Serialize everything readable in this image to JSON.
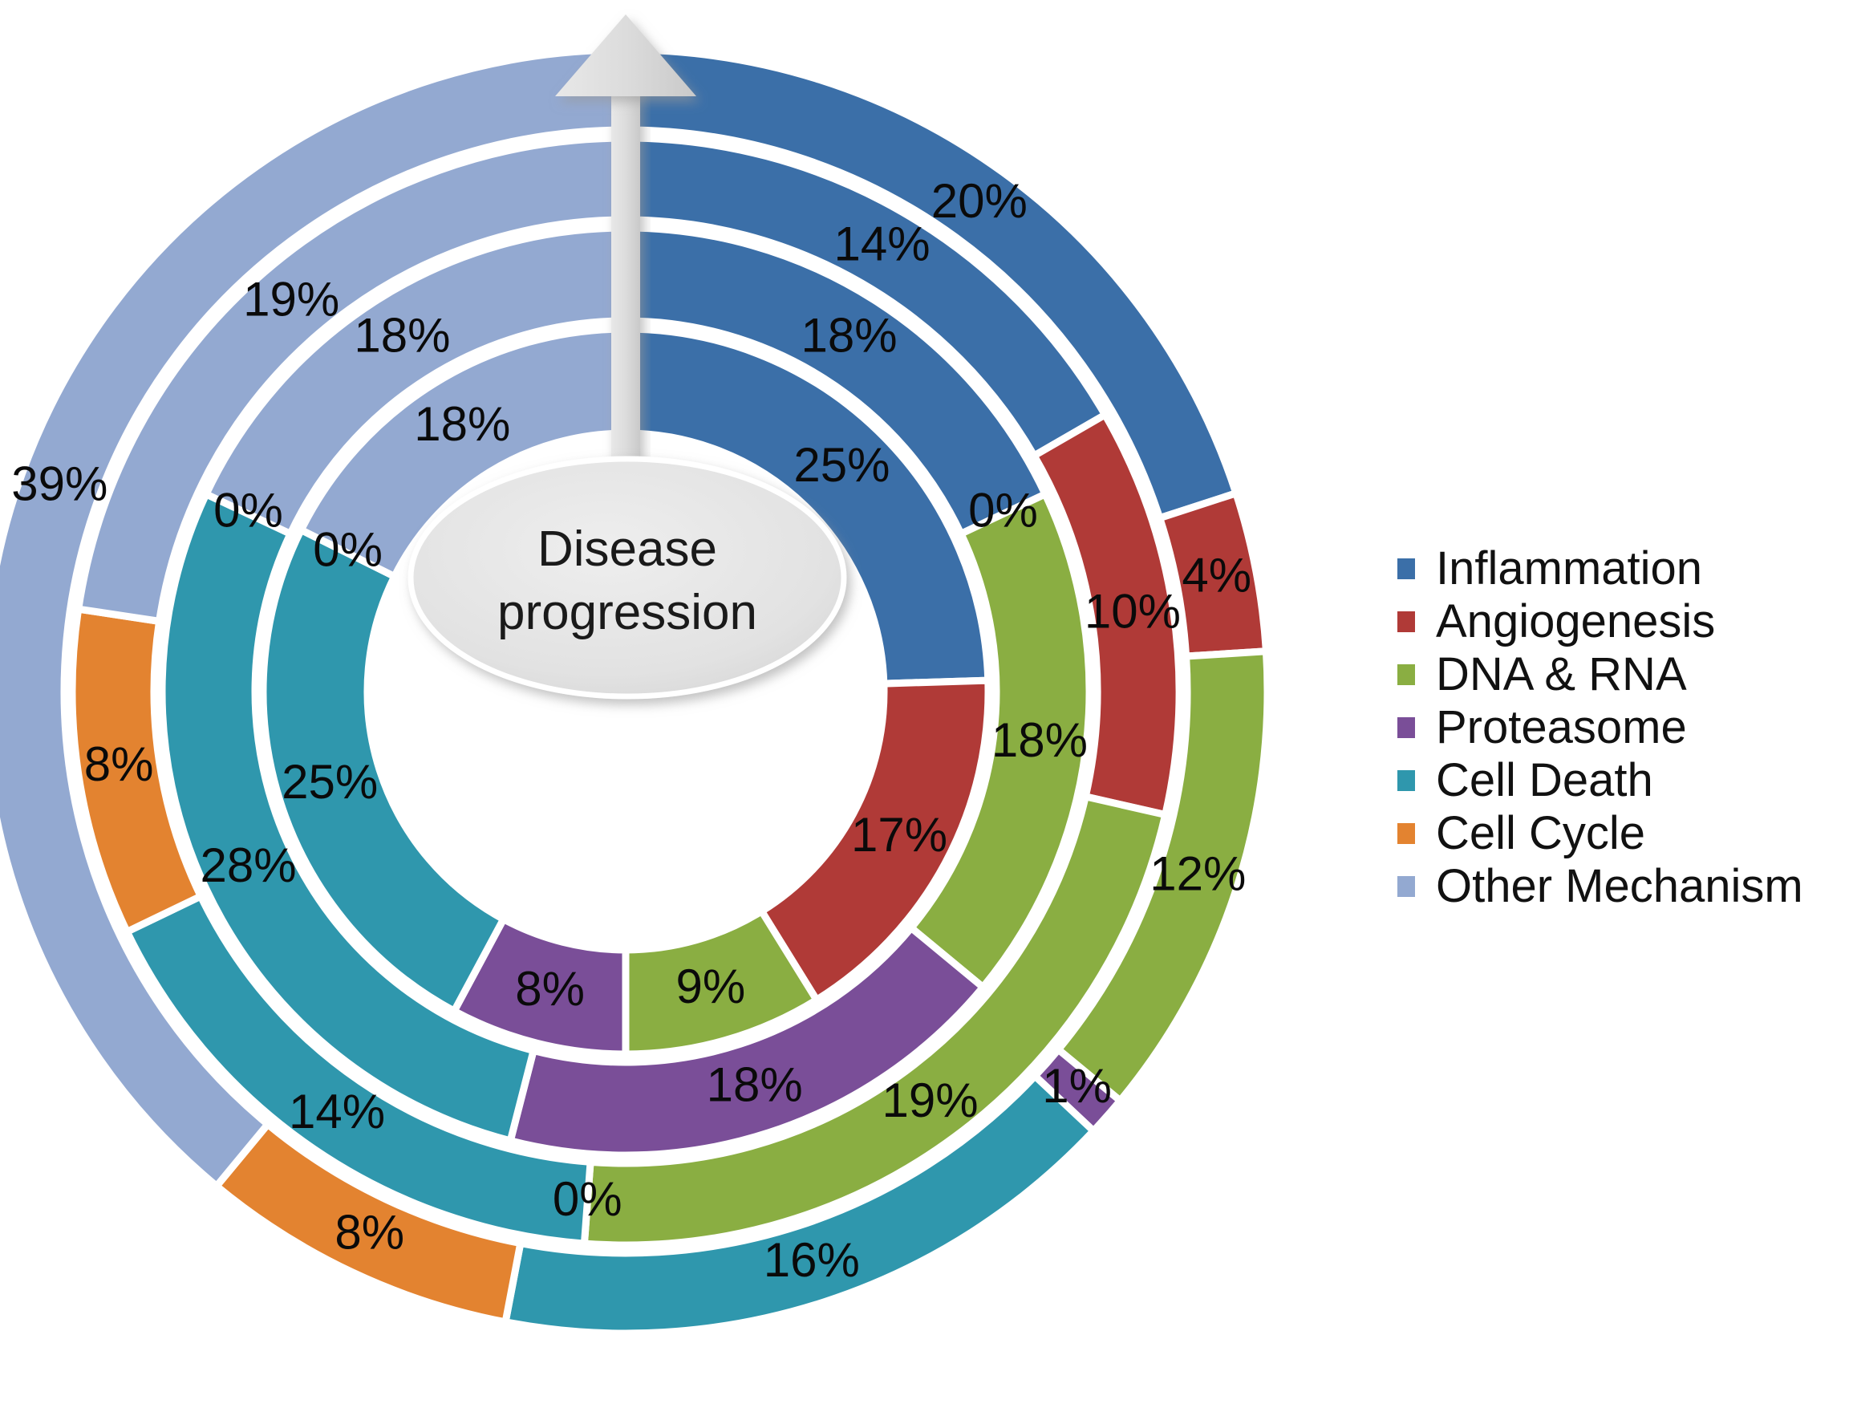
{
  "center": {
    "line1": "Disease",
    "line2": "progression"
  },
  "arrow": {
    "name": "disease-progression-arrow",
    "direction": "up",
    "color": "#d9d9d9"
  },
  "legend": {
    "position": "right",
    "items": [
      {
        "label": "Inflammation",
        "color": "#3b6fa8"
      },
      {
        "label": "Angiogenesis",
        "color": "#b03a37"
      },
      {
        "label": "DNA & RNA",
        "color": "#8aae42"
      },
      {
        "label": "Proteasome",
        "color": "#7a4e98"
      },
      {
        "label": "Cell Death",
        "color": "#2f97ad"
      },
      {
        "label": "Cell Cycle",
        "color": "#e38330"
      },
      {
        "label": "Other Mechanism",
        "color": "#93a9d1"
      }
    ]
  },
  "chart_data": {
    "type": "pie",
    "subtype": "multi-ring-donut",
    "title": "",
    "categories": [
      "Inflammation",
      "Angiogenesis",
      "DNA & RNA",
      "Proteasome",
      "Cell Death",
      "Cell Cycle",
      "Other Mechanism"
    ],
    "colors": [
      "#3b6fa8",
      "#b03a37",
      "#8aae42",
      "#7a4e98",
      "#2f97ad",
      "#e38330",
      "#93a9d1"
    ],
    "legend_position": "right",
    "units": "percent",
    "ring_order": "innermost-to-outermost",
    "start_angle_deg": 0,
    "direction": "clockwise",
    "rings": [
      {
        "name": "ring-1-inner",
        "values": [
          25,
          17,
          9,
          8,
          25,
          0,
          18
        ],
        "labels": [
          "25%",
          "17%",
          "9%",
          "8%",
          "25%",
          "0%",
          "18%"
        ]
      },
      {
        "name": "ring-2",
        "values": [
          18,
          0,
          18,
          18,
          28,
          0,
          18
        ],
        "labels": [
          "18%",
          "0%",
          "18%",
          "18%",
          "28%",
          "0%",
          "18%"
        ]
      },
      {
        "name": "ring-3",
        "values": [
          14,
          10,
          19,
          0,
          14,
          8,
          19
        ],
        "labels": [
          "14%",
          "10%",
          "19%",
          "0%",
          "14%",
          "8%",
          "19%"
        ]
      },
      {
        "name": "ring-4-outer",
        "values": [
          20,
          4,
          12,
          1,
          16,
          8,
          39
        ],
        "labels": [
          "20%",
          "4%",
          "12%",
          "1%",
          "16%",
          "8%",
          "39%"
        ]
      }
    ]
  }
}
